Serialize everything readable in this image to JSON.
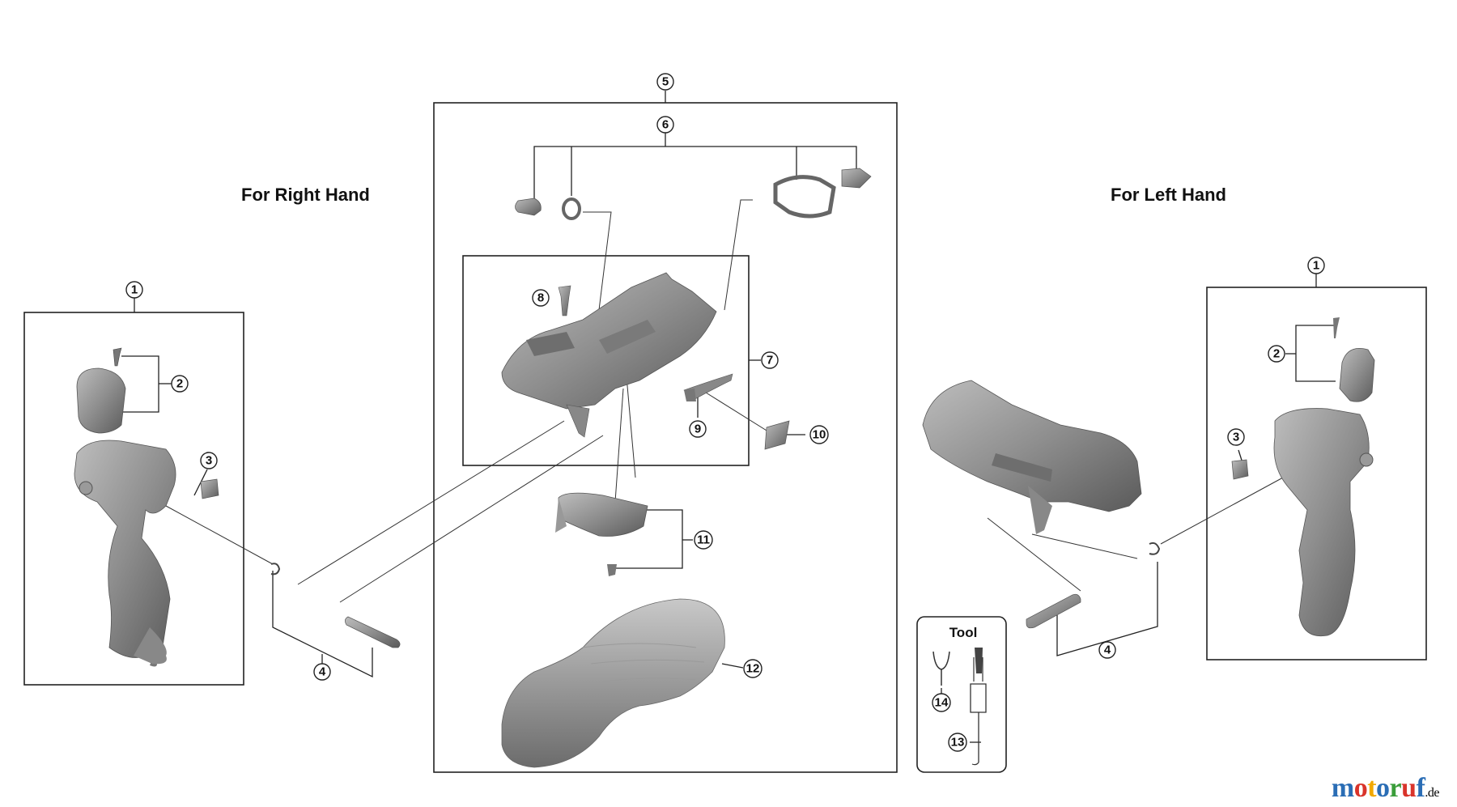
{
  "headings": {
    "right_hand": "For Right Hand",
    "left_hand": "For Left Hand"
  },
  "tool_box": {
    "title": "Tool"
  },
  "callouts": {
    "c1": "1",
    "c2": "2",
    "c3": "3",
    "c4": "4",
    "c5": "5",
    "c6": "6",
    "c7": "7",
    "c8": "8",
    "c9": "9",
    "c10": "10",
    "c11": "11",
    "c12": "12",
    "c13": "13",
    "c14": "14"
  },
  "watermark": {
    "text": "motoruf",
    "tld": ".de",
    "colors": [
      "#2a6db5",
      "#d9342b",
      "#f2a900",
      "#2a6db5",
      "#3a9d3a",
      "#d9342b",
      "#2a6db5"
    ]
  },
  "colors": {
    "line": "#222222",
    "part_fill": "#8d8d8d",
    "part_dark": "#5e5e5e",
    "part_light": "#b4b4b4"
  }
}
